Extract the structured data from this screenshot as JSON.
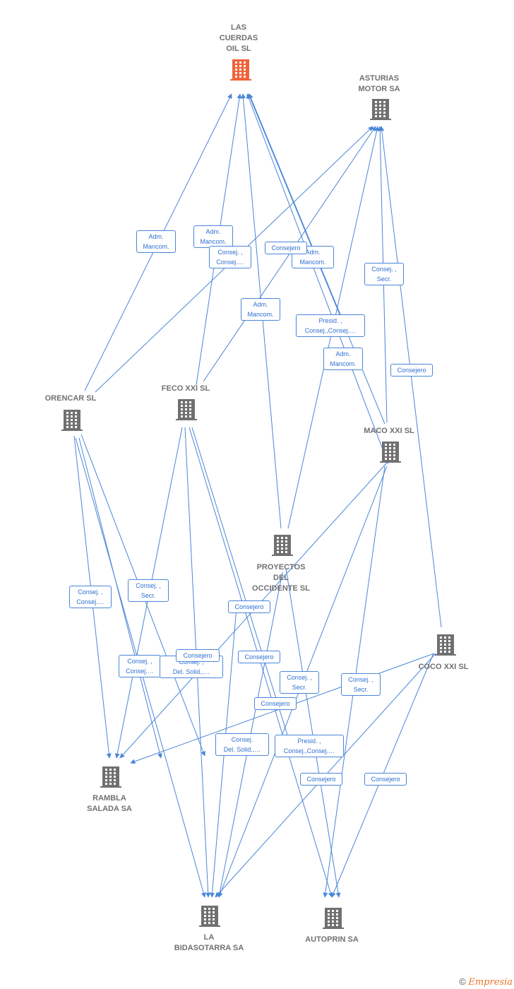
{
  "nodes": {
    "las_cuerdas": [
      "LAS",
      "CUERDAS",
      "OIL SL"
    ],
    "asturias": [
      "ASTURIAS",
      "MOTOR SA"
    ],
    "orencar": [
      "ORENCAR SL"
    ],
    "feco": [
      "FECO XXI SL"
    ],
    "maco": [
      "MACO XXI SL"
    ],
    "proyectos": [
      "PROYECTOS",
      "DEL",
      "OCCIDENTE SL"
    ],
    "coco": [
      "COCO XXI SL"
    ],
    "rambla": [
      "RAMBLA",
      "SALADA SA"
    ],
    "bidasotarra": [
      "LA",
      "BIDASOTARRA SA"
    ],
    "autoprin": [
      "AUTOPRIN SA"
    ]
  },
  "edge_labels": [
    [
      "Adm.",
      "Mancom."
    ],
    [
      "Adm.",
      "Mancom."
    ],
    [
      "Consej. ,",
      "Consej.…"
    ],
    [
      "Consejero"
    ],
    [
      "Adm.",
      "Mancom."
    ],
    [
      "Consej. ,",
      "Secr."
    ],
    [
      "Adm.",
      "Mancom."
    ],
    [
      "Presid. ,",
      "Consej.,Consej.…"
    ],
    [
      "Adm.",
      "Mancom."
    ],
    [
      "Consejero"
    ],
    [
      "Consej. ,",
      "Consej.…"
    ],
    [
      "Consej. ,",
      "Secr."
    ],
    [
      "Consejero"
    ],
    [
      "Consej. ,",
      "Consej.…"
    ],
    [
      "Consej. ,",
      "Del. Solid.,…"
    ],
    [
      "Consejero"
    ],
    [
      "Consejero"
    ],
    [
      "Consej. ,",
      "Secr."
    ],
    [
      "Consej. ,",
      "Secr."
    ],
    [
      "Consejero"
    ],
    [
      "Consej.",
      "Del. Solid.,…"
    ],
    [
      "Presid. ,",
      "Consej.,Consej.…"
    ],
    [
      "Consejero"
    ],
    [
      "Consejero"
    ]
  ],
  "footer": {
    "copyright_symbol": "©",
    "brand": "Empresia"
  },
  "colors": {
    "edge": "#4a86d8",
    "node": "#707070",
    "highlight": "#f0633a"
  }
}
